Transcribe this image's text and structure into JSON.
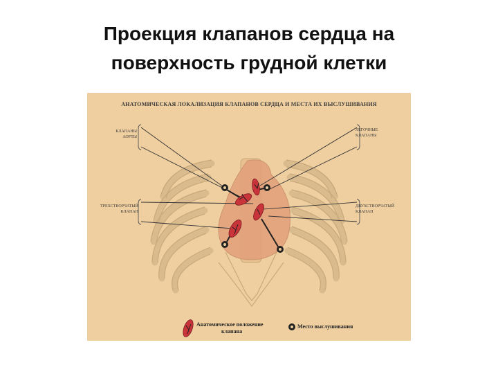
{
  "title_line1": "Проекция клапанов сердца на",
  "title_line2": "поверхность грудной клетки",
  "figure": {
    "caption": "АНАТОМИЧЕСКАЯ ЛОКАЛИЗАЦИЯ КЛАПАНОВ СЕРДЦА И МЕСТА ИХ ВЫСЛУШИВАНИЯ",
    "labels": {
      "aortic_1": "КЛАПАНЫ",
      "aortic_2": "АОРТЫ",
      "pulmonary_1": "ЛЕГОЧНЫЕ",
      "pulmonary_2": "КЛАПАНЫ",
      "tricuspid_1": "ТРЕХСТВОРЧАТЫЙ",
      "tricuspid_2": "КЛАПАН",
      "mitral_1": "ДВУХСТВОРЧАТЫЙ",
      "mitral_2": "КЛАПАН"
    },
    "legend": {
      "valve_1": "Анатомическое положение",
      "valve_2": "клапана",
      "auscultation": "Место выслушивания"
    },
    "colors": {
      "background": "#efcfa0",
      "heart": "#e3a27c",
      "valve": "#c8343a",
      "ribs": "#c9a97b",
      "lines": "#333333"
    }
  }
}
